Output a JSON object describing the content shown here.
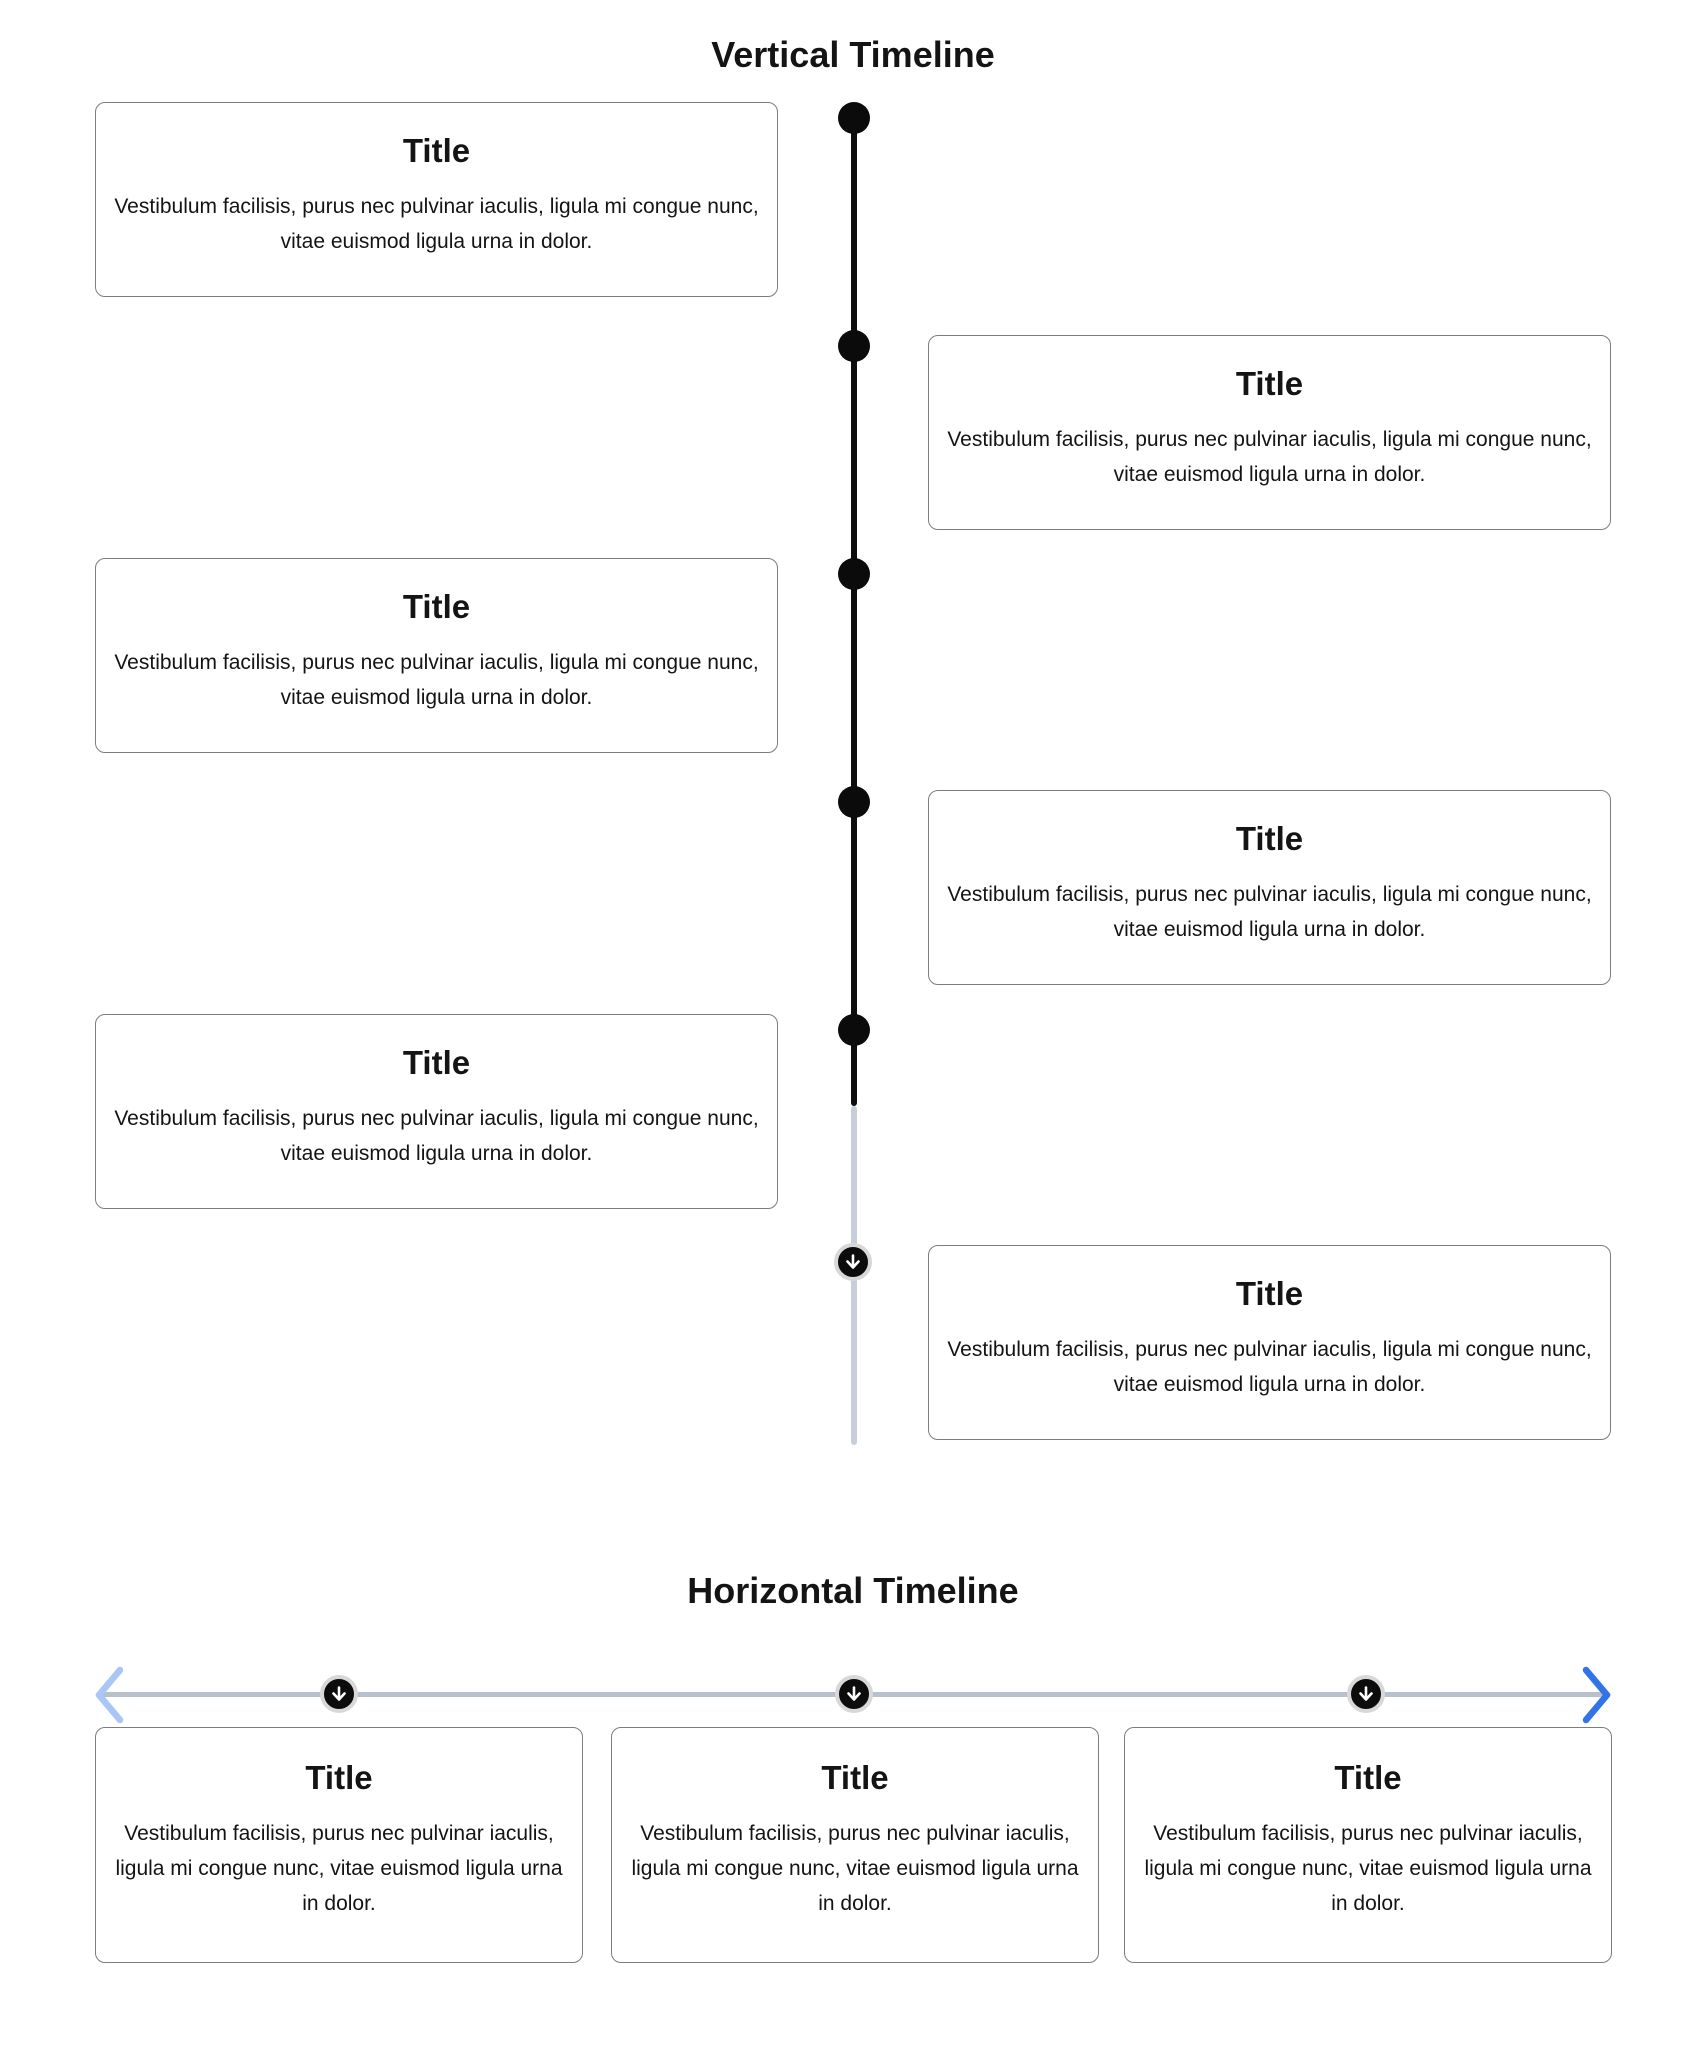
{
  "vertical_timeline": {
    "title": "Vertical Timeline",
    "items": [
      {
        "side": "left",
        "title": "Title",
        "body": "Vestibulum facilisis, purus nec pulvinar iaculis, ligula mi congue nunc, vitae euismod ligula urna in dolor."
      },
      {
        "side": "right",
        "title": "Title",
        "body": "Vestibulum facilisis, purus nec pulvinar iaculis, ligula mi congue nunc, vitae euismod ligula urna in dolor."
      },
      {
        "side": "left",
        "title": "Title",
        "body": "Vestibulum facilisis, purus nec pulvinar iaculis, ligula mi congue nunc, vitae euismod ligula urna in dolor."
      },
      {
        "side": "right",
        "title": "Title",
        "body": "Vestibulum facilisis, purus nec pulvinar iaculis, ligula mi congue nunc, vitae euismod ligula urna in dolor."
      },
      {
        "side": "left",
        "title": "Title",
        "body": "Vestibulum facilisis, purus nec pulvinar iaculis, ligula mi congue nunc, vitae euismod ligula urna in dolor."
      },
      {
        "side": "right",
        "title": "Title",
        "body": "Vestibulum facilisis, purus nec pulvinar iaculis, ligula mi congue nunc, vitae euismod ligula urna in dolor."
      }
    ]
  },
  "horizontal_timeline": {
    "title": "Horizontal Timeline",
    "items": [
      {
        "title": "Title",
        "body": "Vestibulum facilisis, purus nec pulvinar iaculis, ligula mi congue nunc, vitae euismod ligula urna in dolor."
      },
      {
        "title": "Title",
        "body": "Vestibulum facilisis, purus nec pulvinar iaculis, ligula mi congue nunc, vitae euismod ligula urna in dolor."
      },
      {
        "title": "Title",
        "body": "Vestibulum facilisis, purus nec pulvinar iaculis, ligula mi congue nunc, vitae euismod ligula urna in dolor."
      }
    ]
  },
  "icons": {
    "timeline_dot": "filled-circle",
    "timeline_marker": "arrow-down-circle",
    "nav_left": "chevron-left",
    "nav_right": "chevron-right"
  },
  "colors": {
    "background": "#ffffff",
    "timeline_filled": "#0d0d0d",
    "timeline_unfilled": "#c6ced9",
    "horizontal_line": "#b7c0cb",
    "dot": "#0b0b0b",
    "marker_ring": "#d8d8d8",
    "marker_arrow": "#ffffff",
    "chevron_left": "#a9c6f7",
    "chevron_right": "#3273e5",
    "card_border": "#7d7d7d",
    "text": "#141414"
  }
}
